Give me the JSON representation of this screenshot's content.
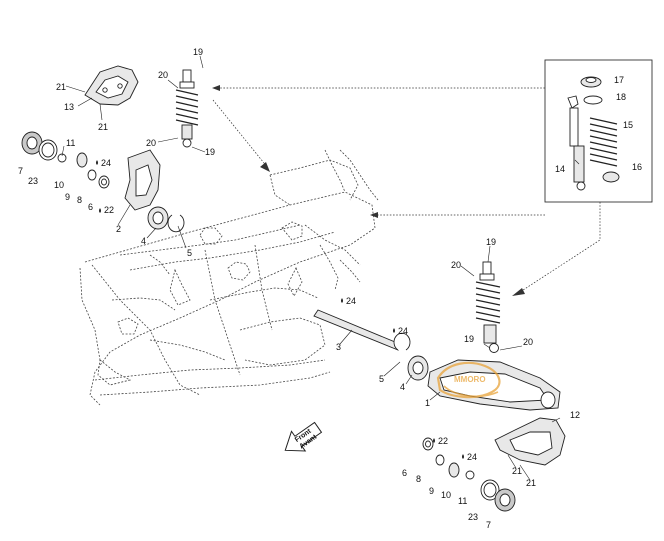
{
  "callouts": {
    "c1": "1",
    "c2": "2",
    "c3": "3",
    "c4a": "4",
    "c4b": "4",
    "c5a": "5",
    "c5b": "5",
    "c6a": "6",
    "c6b": "6",
    "c7a": "7",
    "c7b": "7",
    "c8a": "8",
    "c8b": "8",
    "c9a": "9",
    "c9b": "9",
    "c10a": "10",
    "c10b": "10",
    "c11a": "11",
    "c11b": "11",
    "c12": "12",
    "c13": "13",
    "c14": "14",
    "c15": "15",
    "c16": "16",
    "c17": "17",
    "c18": "18",
    "c19a": "19",
    "c19b": "19",
    "c19c": "19",
    "c19d": "19",
    "c20a": "20",
    "c20b": "20",
    "c20c": "20",
    "c20d": "20",
    "c21a": "21",
    "c21b": "21",
    "c21c": "21",
    "c21d": "21",
    "c22a": "22",
    "c22b": "22",
    "c23a": "23",
    "c23b": "23",
    "c24a": "24",
    "c24b": "24",
    "c24c": "24",
    "c24d": "24"
  },
  "front_label": {
    "line1": "Front",
    "line2": "Avant"
  },
  "watermark": {
    "text": "MMORO"
  }
}
